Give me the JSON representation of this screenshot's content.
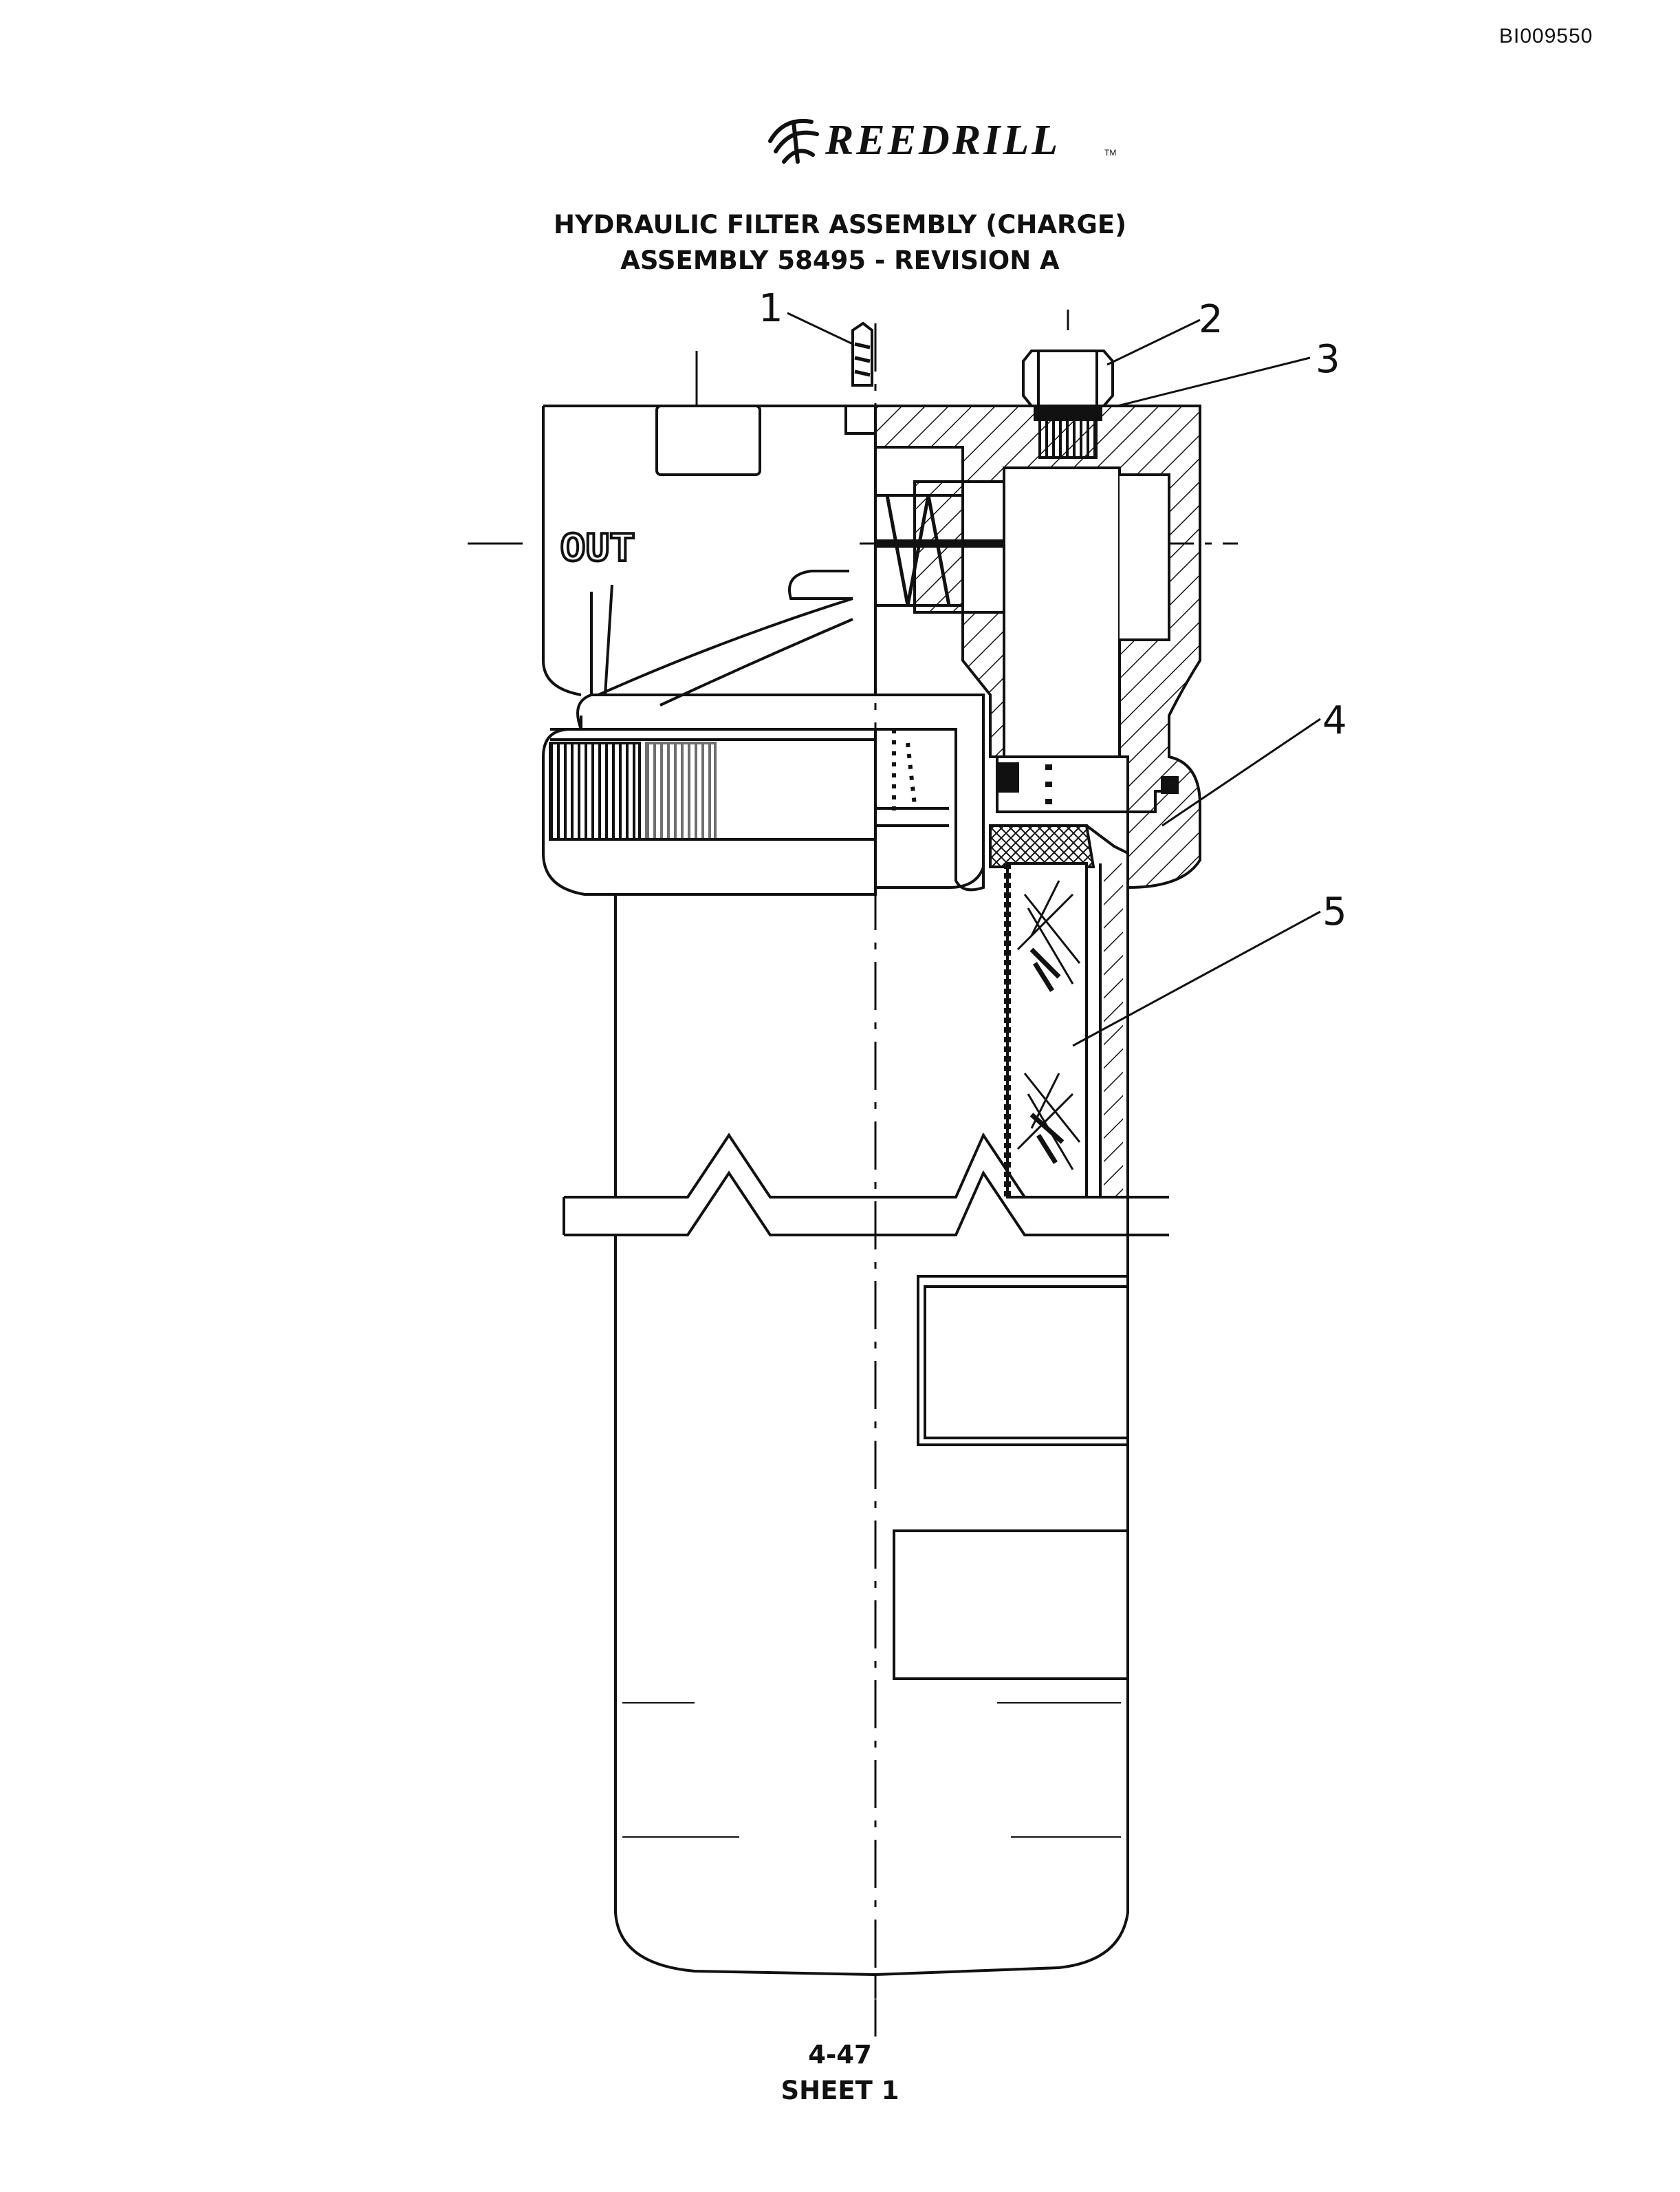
{
  "document_id": "BI009550",
  "brand": {
    "name": "REEDRILL",
    "trademark": "TM"
  },
  "title_line1": "HYDRAULIC FILTER ASSEMBLY (CHARGE)",
  "title_line2": "ASSEMBLY 58495 - REVISION A",
  "drawing": {
    "port_label": "OUT",
    "callouts": [
      "1",
      "2",
      "3",
      "4",
      "5"
    ]
  },
  "footer": {
    "page": "4-47",
    "sheet": "SHEET 1"
  }
}
